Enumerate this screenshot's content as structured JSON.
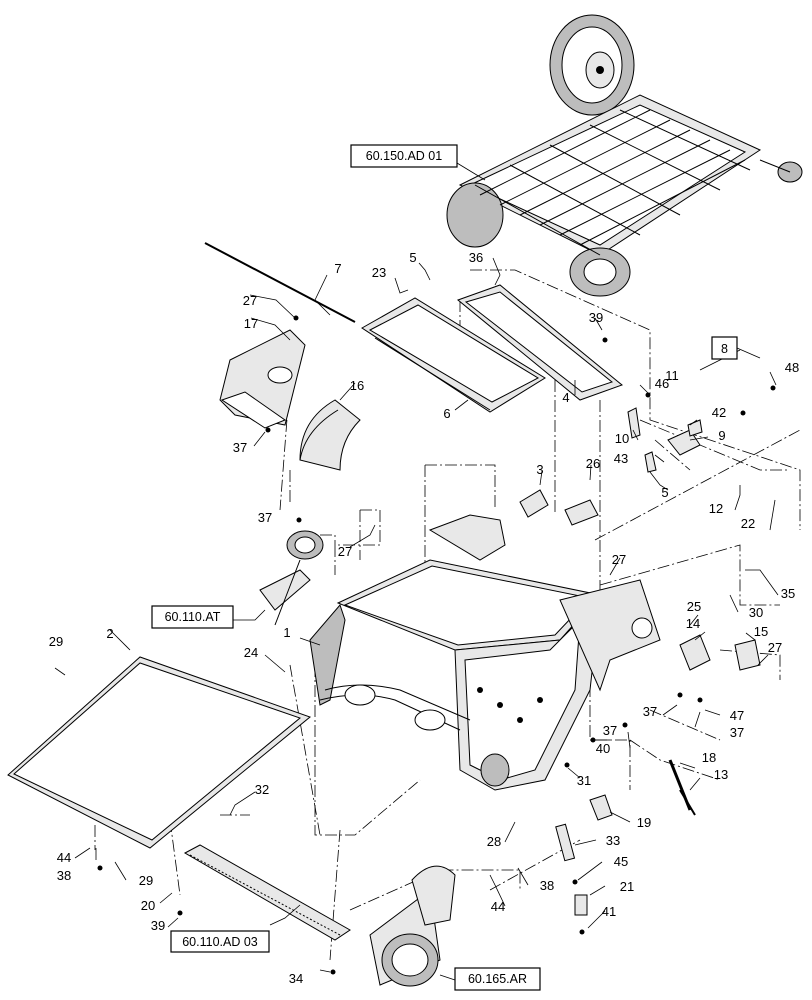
{
  "references": {
    "r1": "60.150.AD 01",
    "r2": "60.110.AT",
    "r3": "60.110.AD 03",
    "r4": "60.165.AR",
    "r5": "8"
  },
  "callouts": {
    "c1": "1",
    "c2": "2",
    "c3": "3",
    "c4": "4",
    "c5a": "5",
    "c5b": "5",
    "c6": "6",
    "c7": "7",
    "c9": "9",
    "c10": "10",
    "c11": "11",
    "c12": "12",
    "c13": "13",
    "c14": "14",
    "c15": "15",
    "c16": "16",
    "c17": "17",
    "c18": "18",
    "c19": "19",
    "c20": "20",
    "c21": "21",
    "c22": "22",
    "c23": "23",
    "c24": "24",
    "c25": "25",
    "c26": "26",
    "c27a": "27",
    "c27b": "27",
    "c27c": "27",
    "c27d": "27",
    "c28": "28",
    "c29a": "29",
    "c29b": "29",
    "c30": "30",
    "c31": "31",
    "c32": "32",
    "c33": "33",
    "c34": "34",
    "c35": "35",
    "c36": "36",
    "c37a": "37",
    "c37b": "37",
    "c37c": "37",
    "c37d": "37",
    "c37e": "37",
    "c38a": "38",
    "c38b": "38",
    "c39a": "39",
    "c39b": "39",
    "c40": "40",
    "c41": "41",
    "c42": "42",
    "c43": "43",
    "c44a": "44",
    "c44b": "44",
    "c45": "45",
    "c46": "46",
    "c47": "47",
    "c48": "48"
  }
}
